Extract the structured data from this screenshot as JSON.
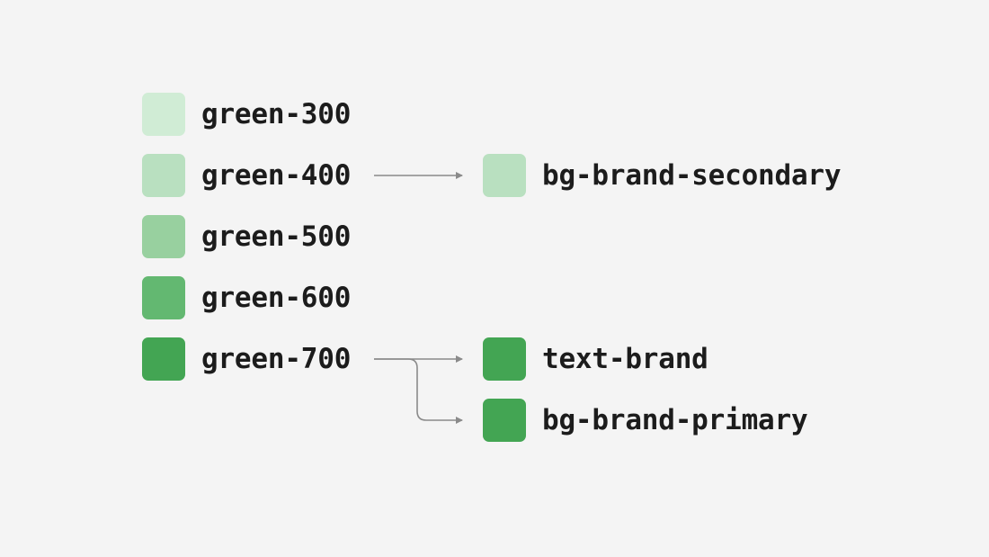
{
  "primitives": [
    {
      "label": "green-300",
      "color": "#d0ecd5"
    },
    {
      "label": "green-400",
      "color": "#b9e0c0"
    },
    {
      "label": "green-500",
      "color": "#98d09f"
    },
    {
      "label": "green-600",
      "color": "#63b871"
    },
    {
      "label": "green-700",
      "color": "#43a553"
    }
  ],
  "tokens": [
    {
      "label": "bg-brand-secondary",
      "color": "#b9e0c0",
      "source": "green-400"
    },
    {
      "label": "text-brand",
      "color": "#43a553",
      "source": "green-700"
    },
    {
      "label": "bg-brand-primary",
      "color": "#43a553",
      "source": "green-700"
    }
  ],
  "connector_color": "#8a8a8a"
}
